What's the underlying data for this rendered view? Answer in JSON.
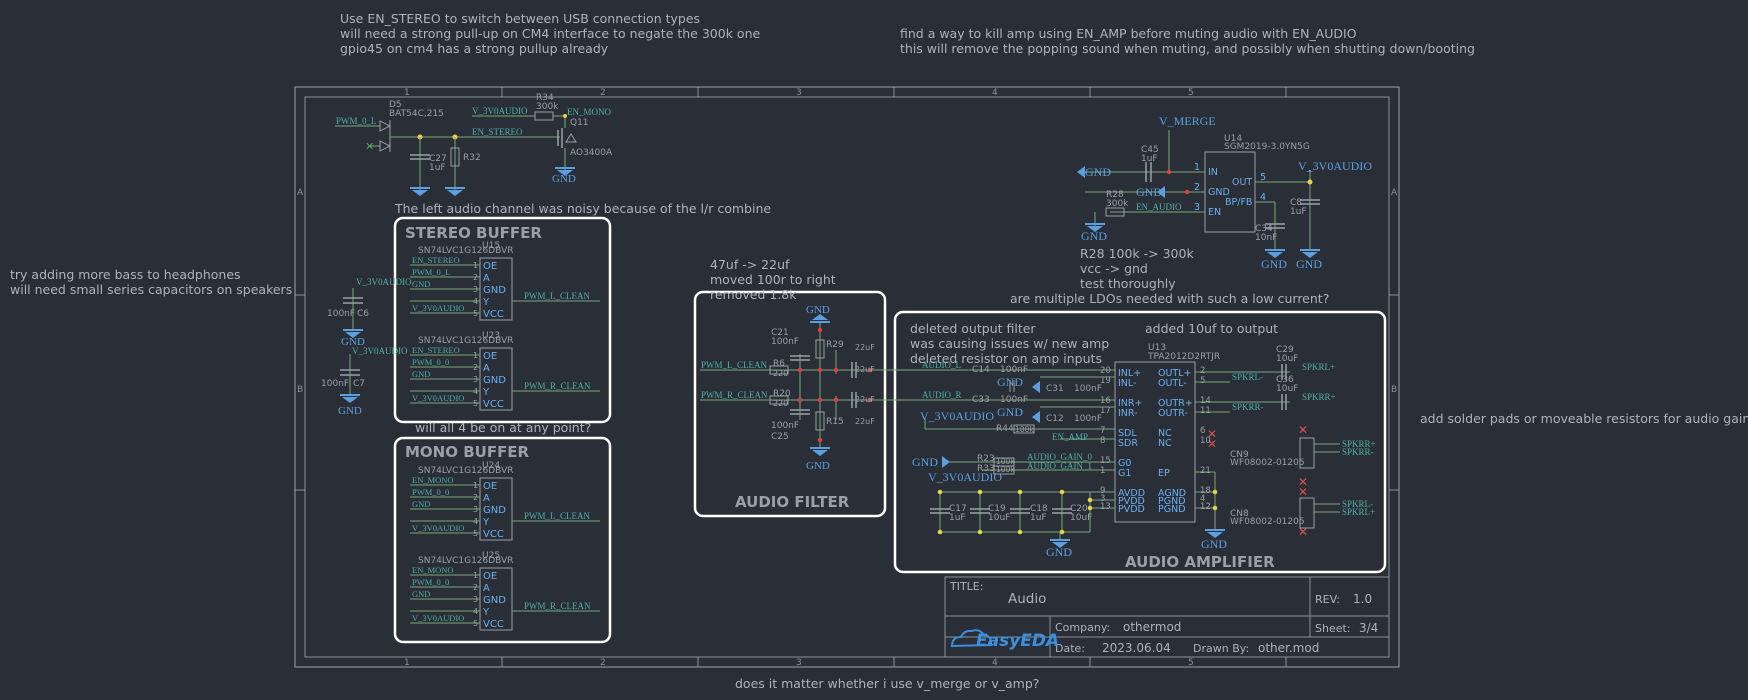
{
  "notes": {
    "top_left": "Use EN_STEREO to switch between USB connection types\nwill need a strong pull-up on CM4 interface to negate the 300k one\ngpio45 on cm4 has a strong pullup already",
    "top_right": "find a way to kill amp using EN_AMP before muting audio with EN_AUDIO\nthis will remove the popping sound when muting, and possibly when shutting down/booting",
    "left_side": "try adding more bass to headphones\nwill need small series capacitors on speakers",
    "right_side": "add solder pads or moveable resistors for audio gain",
    "bottom": "does it matter whether i use v_merge or v_amp?",
    "left_channel": "The left audio channel was noisy because of the l/r combine",
    "filter_note": "47uf -> 22uf\nmoved 100r to right\nremoved 1.8k",
    "ldo_note": "are multiple LDOs needed with such a low current?",
    "r28_note": "R28 100k -> 300k\nvcc -> gnd\ntest thoroughly",
    "amp_note": "deleted output filter\nwas causing issues w/ new amp\ndeleted resistor on amp inputs",
    "added_cap": "added 10uf to output",
    "all4": "will all 4 be on at any point?"
  },
  "blocks": {
    "stereo": "STEREO BUFFER",
    "mono": "MONO BUFFER",
    "filter": "AUDIO FILTER",
    "amp": "AUDIO AMPLIFIER"
  },
  "title_block": {
    "title_label": "TITLE:",
    "title": "Audio",
    "rev_label": "REV:",
    "rev": "1.0",
    "company_label": "Company:",
    "company": "othermod",
    "sheet_label": "Sheet:",
    "sheet": "3/4",
    "date_label": "Date:",
    "date": "2023.06.04",
    "drawn_label": "Drawn By:",
    "drawn": "other.mod",
    "logo": "EasyEDA"
  },
  "grid": {
    "cols": [
      "1",
      "2",
      "3",
      "4",
      "5"
    ],
    "rows": [
      "A",
      "B"
    ]
  },
  "components": {
    "d5": "D5",
    "d5_part": "BAT54C,215",
    "r34": "R34",
    "r34_val": "300k",
    "q11": "Q11",
    "q11_part": "AO3400A",
    "c27": "C27",
    "c27_val": "1uF",
    "r32": "R32",
    "u15": "U15",
    "u23": "U23",
    "u24": "U24",
    "u25": "U25",
    "buf_part": "SN74LVC1G126DBVR",
    "c6": "C6",
    "c7": "C7",
    "cap_100nf": "100nF",
    "c45": "C45",
    "c45_val": "1uF",
    "u14": "U14",
    "u14_part": "SGM2019-3.0YN5G",
    "r28": "R28",
    "r28_val": "300k",
    "c8": "C8",
    "c8_val": "1uF",
    "c34": "C34",
    "c34_val": "10nF",
    "u13": "U13",
    "u13_part": "TPA2012D2RTJR",
    "cn9": "CN9",
    "cn8": "CN8",
    "conn_part": "WF08002-01205",
    "r44": "R44",
    "r44_val": "100k",
    "r23": "R23",
    "r33": "R33",
    "c21": "C21",
    "c25": "C25",
    "r6": "R6",
    "r20": "R20",
    "r29": "R29",
    "r15": "R15",
    "c14": "C14",
    "c33": "C33",
    "c31": "C31",
    "c12": "C12",
    "c17": "C17",
    "c19": "C19",
    "c18": "C18",
    "c20": "C20",
    "c29": "C29",
    "c36": "C36",
    "val_10uf": "10uF",
    "val_22uf": "22uF",
    "val_220": "220",
    "val_100k": "100k"
  },
  "nets": {
    "pwm0l": "PWM_0_L",
    "pwm00": "PWM_0_0",
    "v3v0audio": "V_3V0AUDIO",
    "en_mono": "EN_MONO",
    "en_stereo": "EN_STEREO",
    "gnd": "GND",
    "pwm_l_clean": "PWM_L_CLEAN",
    "pwm_r_clean": "PWM_R_CLEAN",
    "v_merge": "V_MERGE",
    "en_audio": "EN_AUDIO",
    "en_amp": "EN_AMP",
    "audio_l": "AUDIO_L",
    "audio_r": "AUDIO_R",
    "audio_gain_0": "AUDIO_GAIN_0",
    "audio_gain_1": "AUDIO_GAIN_1",
    "spkrl_p": "SPKRL+",
    "spkrl_n": "SPKRL-",
    "spkrr_p": "SPKRR+",
    "spkrr_n": "SPKRR-"
  },
  "pins": {
    "buf": [
      "OE",
      "A",
      "GND",
      "Y",
      "VCC"
    ],
    "buf_nums": [
      "1",
      "2",
      "3",
      "4",
      "5"
    ],
    "ldo_left": [
      "IN",
      "GND",
      "EN"
    ],
    "ldo_left_nums": [
      "1",
      "2",
      "3"
    ],
    "ldo_right": [
      "OUT",
      "BP/FB"
    ],
    "ldo_right_nums": [
      "5",
      "4"
    ],
    "amp_left": [
      "INL+",
      "INL-",
      "INR+",
      "INR-",
      "SDL",
      "SDR",
      "G0",
      "G1",
      "AVDD",
      "PVDD",
      "PVDD"
    ],
    "amp_left_nums": [
      "20",
      "19",
      "16",
      "17",
      "7",
      "8",
      "15",
      "1",
      "9",
      "3",
      "13"
    ],
    "amp_right": [
      "OUTL+",
      "OUTL-",
      "OUTR+",
      "OUTR-",
      "NC",
      "NC",
      "EP",
      "AGND",
      "PGND",
      "PGND"
    ],
    "amp_right_nums": [
      "2",
      "5",
      "14",
      "11",
      "6",
      "10",
      "21",
      "18",
      "4",
      "12"
    ]
  }
}
